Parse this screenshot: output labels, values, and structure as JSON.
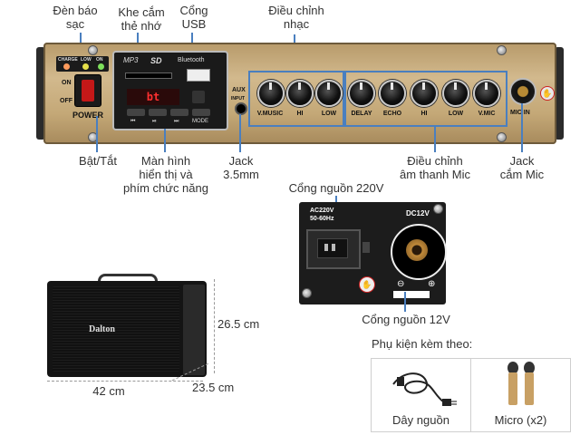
{
  "panel": {
    "led_labels": [
      "CHARGE",
      "LOW",
      "ON"
    ],
    "switch_on": "ON",
    "switch_off": "OFF",
    "power_text": "POWER",
    "aux_text": "AUX",
    "aux_sub": "INPUT",
    "mp3_text": "MP3",
    "sd_text": "SD",
    "bt_text": "Bluetooth",
    "display_text": "bt",
    "mode_text": "MODE",
    "knobs": [
      "V.MUSIC",
      "HI",
      "LOW",
      "DELAY",
      "ECHO",
      "HI",
      "LOW",
      "V.MIC"
    ],
    "mic_in": "MIC IN"
  },
  "labels": {
    "indicator": "Đèn báo\nsạc",
    "card_slot": "Khe cắm\nthẻ nhớ",
    "usb_port": "Cổng\nUSB",
    "music_adjust": "Điều chỉnh\nnhạc",
    "power_switch": "Bật/Tắt",
    "display": "Màn hình\nhiển thị và\nphím chức năng",
    "jack_35": "Jack\n3.5mm",
    "mic_adjust": "Điều chỉnh\nâm thanh Mic",
    "mic_jack": "Jack\ncắm Mic",
    "port_220": "Cổng nguồn 220V",
    "port_12": "Cổng nguồn 12V",
    "accessories": "Phụ kiện kèm theo:"
  },
  "rear": {
    "ac_text": "AC220V\n50-60Hz",
    "dc_text": "DC12V",
    "minus": "⊖",
    "plus": "⊕"
  },
  "speaker": {
    "brand": "Dalton",
    "height": "26.5 cm",
    "width": "42 cm",
    "depth": "23.5 cm"
  },
  "accessory_items": {
    "cable": "Dây nguồn",
    "mic": "Micro (x2)"
  }
}
